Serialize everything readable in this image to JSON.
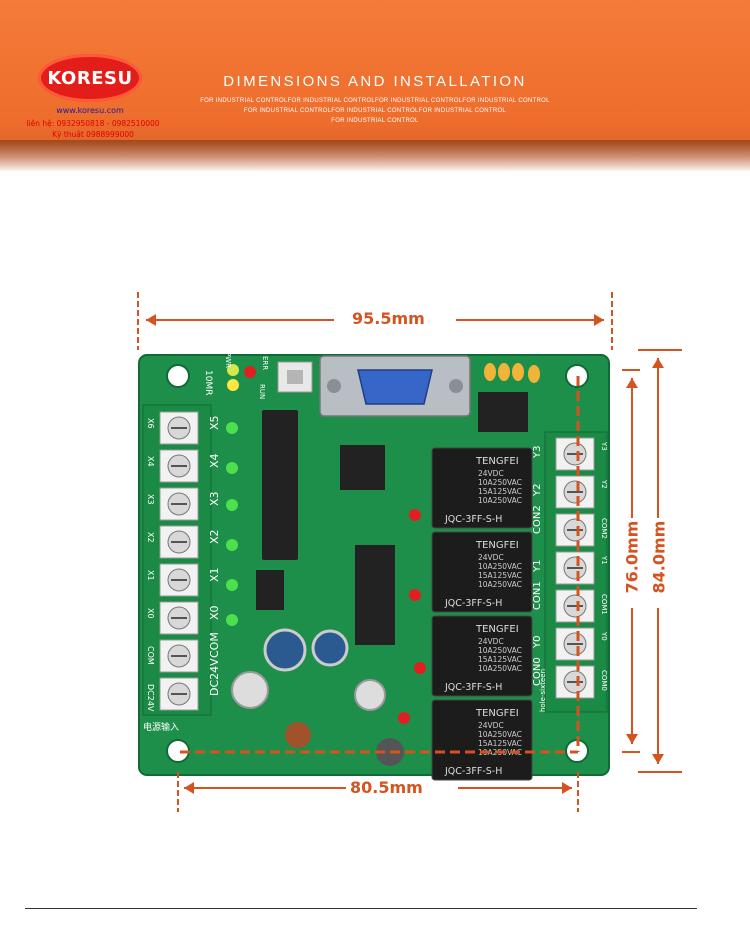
{
  "header": {
    "brand": "KORESU",
    "brand_url": "www.koresu.com",
    "contact_line_1": "liên hệ: 0932950818 - 0982510000",
    "contact_line_2": "Kỹ thuật 0988999000",
    "title": "DIMENSIONS AND INSTALLATION",
    "subtitle_line_1": "FOR INDUSTRIAL CONTROLFOR INDUSTRIAL CONTROLFOR INDUSTRIAL CONTROLFOR INDUSTRIAL CONTROL",
    "subtitle_line_2": "FOR INDUSTRIAL CONTROLFOR INDUSTRIAL CONTROLFOR INDUSTRIAL CONTROL",
    "subtitle_line_3": "FOR INDUSTRIAL CONTROL"
  },
  "dimensions": {
    "width_total": "95.5mm",
    "width_holes": "80.5mm",
    "height_holes": "76.0mm",
    "height_total": "84.0mm"
  },
  "board": {
    "left_terminals": [
      "X6",
      "X4",
      "X3",
      "X2",
      "X1",
      "X0",
      "COM",
      "DC24V"
    ],
    "left_silk": [
      "X5",
      "X4",
      "X3",
      "X2",
      "X1",
      "X0",
      "COM",
      "DC24V"
    ],
    "right_terminals": [
      "Y3",
      "Y2",
      "COM2",
      "Y1",
      "COM1",
      "Y0",
      "COM0"
    ],
    "right_silk": [
      "Y3",
      "Y2",
      "CON2",
      "Y1",
      "CON1",
      "Y0",
      "CON0"
    ],
    "relay_brand": "TENGFEI",
    "relay_lines": [
      "24VDC",
      "10A250VAC",
      "15A125VAC",
      "10A250VAC"
    ],
    "relay_model": "JQC-3FF-S-H",
    "labels": {
      "mode": "10MR",
      "pwr": "PWR",
      "run": "RUN",
      "err": "ERR",
      "power_input": "电源输入",
      "pcb_name": "hole-sixteen"
    }
  },
  "colors": {
    "accent": "#d4531e",
    "header": "#f0702f",
    "pcb": "#1e8f4a",
    "relay": "#1c1c1c",
    "connector": "#3566c8"
  }
}
